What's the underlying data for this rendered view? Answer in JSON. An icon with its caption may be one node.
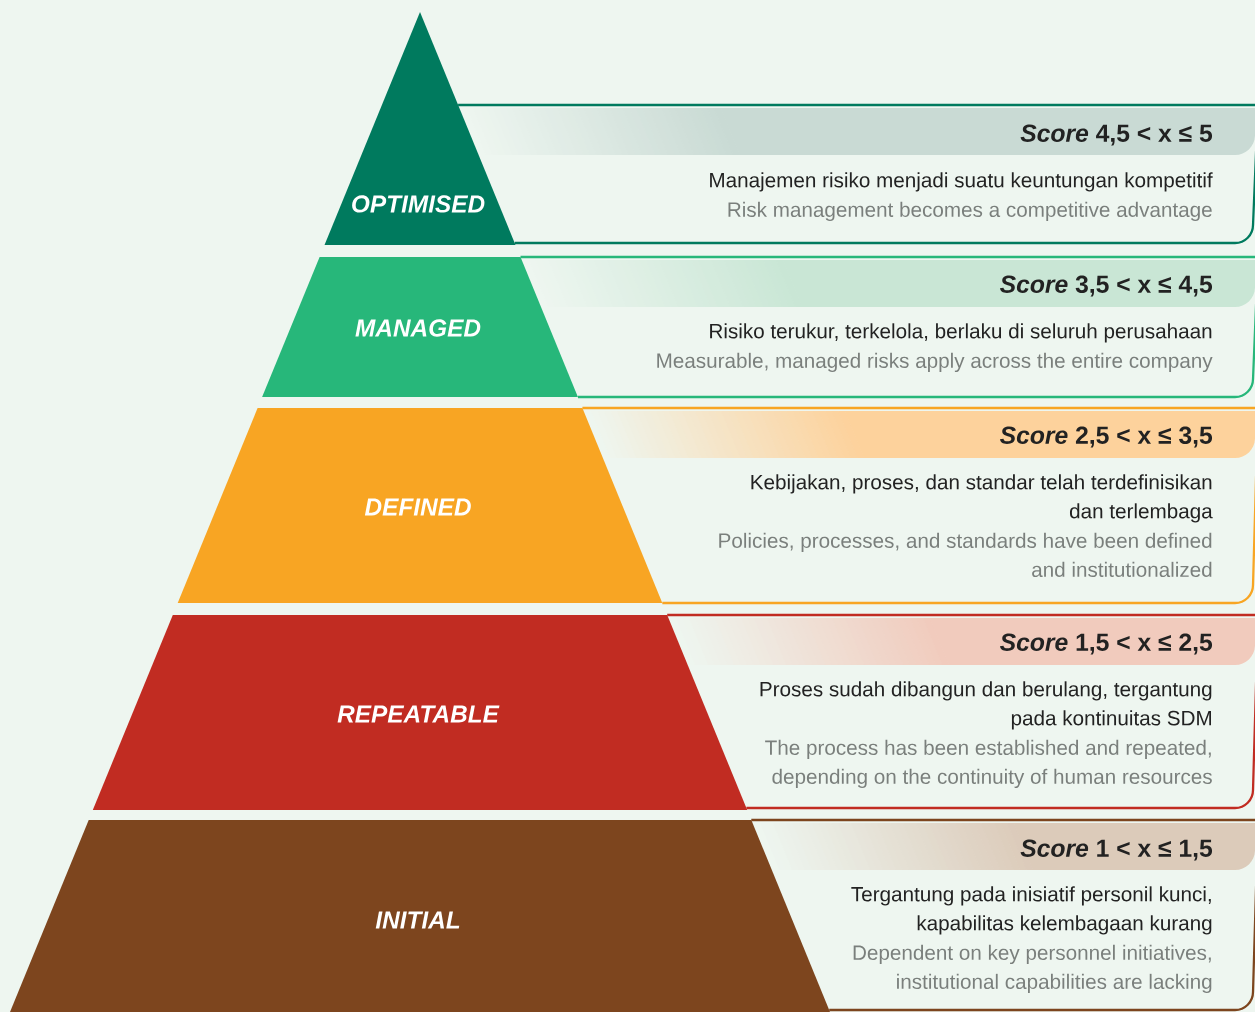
{
  "diagram": {
    "nodes": [
      {
        "text": [
          "OPTIMISED"
        ]
      },
      {
        "text": [
          "MANAGED"
        ]
      },
      {
        "text": [
          "DEFINED"
        ]
      },
      {
        "text": [
          "REPEATABLE"
        ]
      },
      {
        "text": [
          "INITIAL"
        ]
      },
      {
        "text": [
          "*Score* 4,5 < x ≤ 5",
          "Manajemen risiko menjadi suatu keuntungan kompetitif",
          "Risk management becomes a competitive advantage"
        ]
      },
      {
        "text": [
          "*Score* 3,5 < x ≤ 4,5",
          "Risiko terukur, terkelola, berlaku di seluruh perusahaan",
          "Measurable, managed risks apply across the entire company"
        ]
      },
      {
        "text": [
          "*Score* 2,5 < x ≤ 3,5",
          "Kebijakan, proses, dan standar telah terdefinisikan dan terlembaga",
          "Policies, processes, and standards have been defined and institutionalized"
        ]
      },
      {
        "text": [
          "*Score* 1,5 < x ≤ 2,5",
          "Proses sudah dibangun dan berulang, tergantung pada kontinuitas SDM",
          "The process has been established and repeated, depending on the continuity of human resources"
        ]
      },
      {
        "text": [
          "*Score* 1 < x ≤ 1,5",
          "Tergantung pada inisiatif personil kunci, kapabilitas kelembagaan kurang",
          "Dependent on key personnel initiatives, institutional capabilities are lacking"
        ]
      }
    ]
  }
}
